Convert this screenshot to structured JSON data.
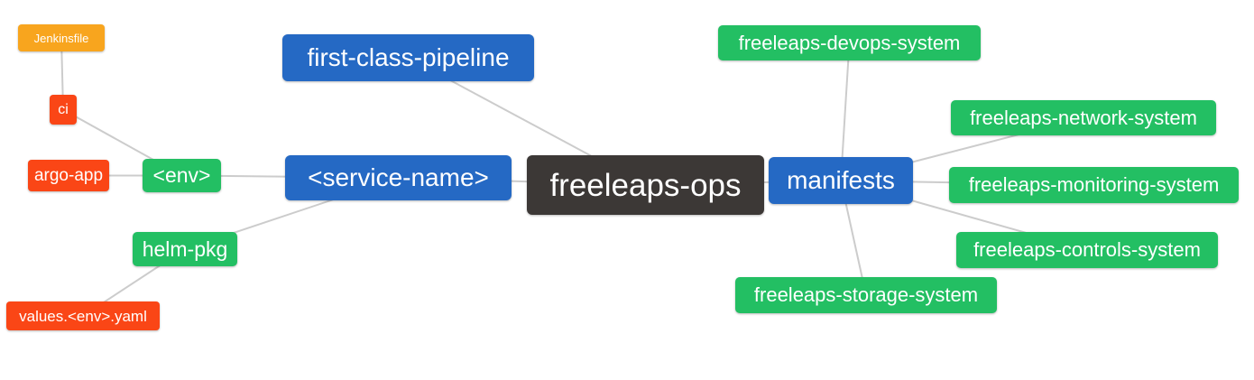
{
  "diagram": {
    "type": "mindmap",
    "root_label": "freeleaps-ops",
    "palette": {
      "root_bg": "#3C3836",
      "branch_bg": "#2569C4",
      "green_bg": "#23BF63",
      "red_bg": "#FA4616",
      "orange_bg": "#F8A51E",
      "edge_line": "#CCCCCC",
      "node_text": "#FFFFFF",
      "canvas_bg": "#FFFFFF"
    },
    "nodes": {
      "freeleaps_ops": "freeleaps-ops",
      "first_class_pipeline": "first-class-pipeline",
      "service_name": "<service-name>",
      "env": "<env>",
      "ci": "ci",
      "jenkinsfile": "Jenkinsfile",
      "argo_app": "argo-app",
      "helm_pkg": "helm-pkg",
      "values_env_yaml": "values.<env>.yaml",
      "manifests": "manifests",
      "freeleaps_devops_system": "freeleaps-devops-system",
      "freeleaps_network_system": "freeleaps-network-system",
      "freeleaps_monitoring_system": "freeleaps-monitoring-system",
      "freeleaps_controls_system": "freeleaps-controls-system",
      "freeleaps_storage_system": "freeleaps-storage-system"
    },
    "edges": [
      [
        "jenkinsfile",
        "ci"
      ],
      [
        "ci",
        "env"
      ],
      [
        "argo_app",
        "env"
      ],
      [
        "env",
        "service_name"
      ],
      [
        "helm_pkg",
        "service_name"
      ],
      [
        "values_env_yaml",
        "helm_pkg"
      ],
      [
        "first_class_pipeline",
        "freeleaps_ops"
      ],
      [
        "service_name",
        "freeleaps_ops"
      ],
      [
        "freeleaps_ops",
        "manifests"
      ],
      [
        "manifests",
        "freeleaps_devops_system"
      ],
      [
        "manifests",
        "freeleaps_network_system"
      ],
      [
        "manifests",
        "freeleaps_monitoring_system"
      ],
      [
        "manifests",
        "freeleaps_controls_system"
      ],
      [
        "manifests",
        "freeleaps_storage_system"
      ]
    ]
  }
}
